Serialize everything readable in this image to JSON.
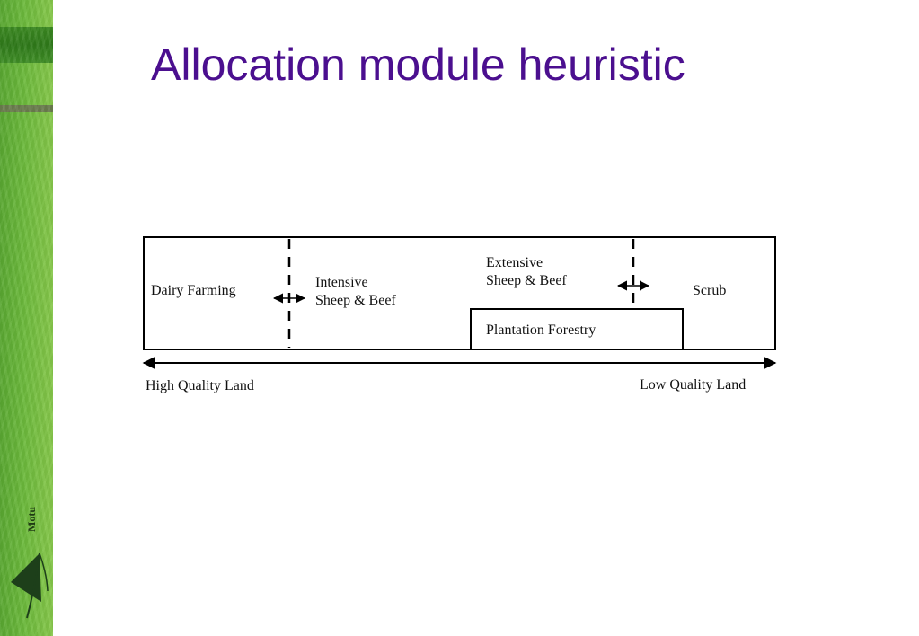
{
  "slide": {
    "title": "Allocation module heuristic"
  },
  "logo": {
    "text": "Motu",
    "icon": "motu-triangle-logo-icon"
  },
  "diagram": {
    "zones": {
      "dairy": "Dairy Farming",
      "intensive_line1": "Intensive",
      "intensive_line2": "Sheep & Beef",
      "extensive_line1": "Extensive",
      "extensive_line2": "Sheep & Beef",
      "scrub": "Scrub",
      "forestry": "Plantation Forestry"
    },
    "axis": {
      "left_label": "High Quality Land",
      "right_label": "Low Quality Land"
    },
    "colors": {
      "line": "#000000",
      "title": "#4b0f8f",
      "sidebar": "#6cba3c"
    }
  }
}
